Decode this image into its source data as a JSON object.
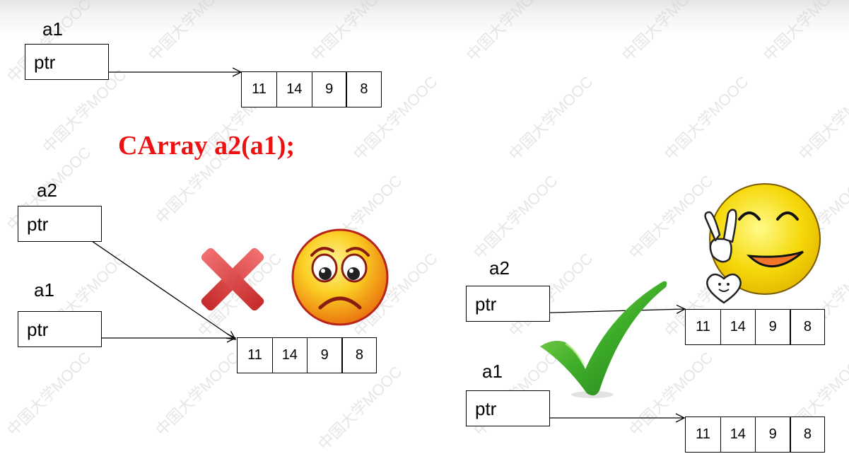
{
  "code_line": "CArray a2(a1);",
  "pointer_label": "ptr",
  "array_values": [
    "11",
    "14",
    "9",
    "8"
  ],
  "top": {
    "obj1": "a1"
  },
  "shallow": {
    "obj1": "a2",
    "obj2": "a1",
    "verdict_icon": "red-cross-icon",
    "face_icon": "worried-face-icon"
  },
  "deep": {
    "obj1": "a2",
    "obj2": "a1",
    "verdict_icon": "green-check-icon",
    "face_icon": "smiling-face-icon"
  },
  "watermark": "中国大学MOOC",
  "colors": {
    "code": "#ee1111",
    "cross": "#e04848",
    "check": "#3fae2a",
    "face": "#f5d80a"
  }
}
